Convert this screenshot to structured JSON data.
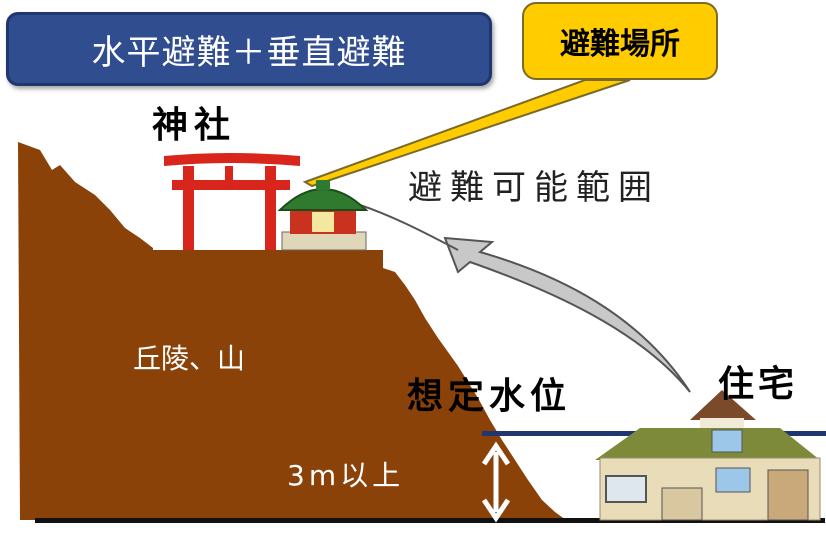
{
  "title": "水平避難＋垂直避難",
  "callout": "避難場所",
  "labels": {
    "shrine": "神社",
    "evacuation_range": "避難可能範囲",
    "hill": "丘陵、山",
    "water_level": "想定水位",
    "house": "住宅",
    "height": "3m以上"
  },
  "colors": {
    "title_bg": "#2f4d8f",
    "callout_bg": "#ffcc00",
    "hill": "#8b4208",
    "torii": "#d8261c",
    "water_line": "#1f3670",
    "arrow_fill": "#c8c8c8"
  },
  "icons": [
    "torii-gate-icon",
    "shrine-building-icon",
    "house-icon",
    "double-arrow-icon"
  ]
}
